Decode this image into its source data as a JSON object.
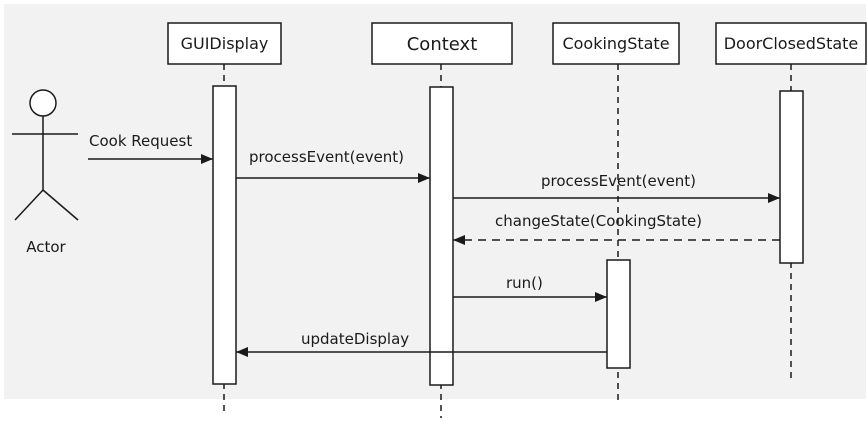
{
  "actor": {
    "label": "Actor"
  },
  "lifelines": [
    {
      "id": "gui",
      "label": "GUIDisplay"
    },
    {
      "id": "context",
      "label": "Context"
    },
    {
      "id": "cooking",
      "label": "CookingState"
    },
    {
      "id": "door",
      "label": "DoorClosedState"
    }
  ],
  "messages": [
    {
      "id": "cook-request",
      "label": "Cook Request",
      "from": "actor",
      "to": "gui",
      "style": "solid"
    },
    {
      "id": "process-event-1",
      "label": "processEvent(event)",
      "from": "gui",
      "to": "context",
      "style": "solid"
    },
    {
      "id": "process-event-2",
      "label": "processEvent(event)",
      "from": "context",
      "to": "door",
      "style": "solid"
    },
    {
      "id": "change-state",
      "label": "changeState(CookingState)",
      "from": "door",
      "to": "context",
      "style": "dashed"
    },
    {
      "id": "run",
      "label": "run()",
      "from": "context",
      "to": "cooking",
      "style": "solid"
    },
    {
      "id": "update-display",
      "label": "updateDisplay",
      "from": "cooking",
      "to": "gui",
      "style": "solid"
    }
  ],
  "colors": {
    "background": "#f2f2f2",
    "box_fill": "#ffffff",
    "stroke": "#1a1a1a"
  }
}
